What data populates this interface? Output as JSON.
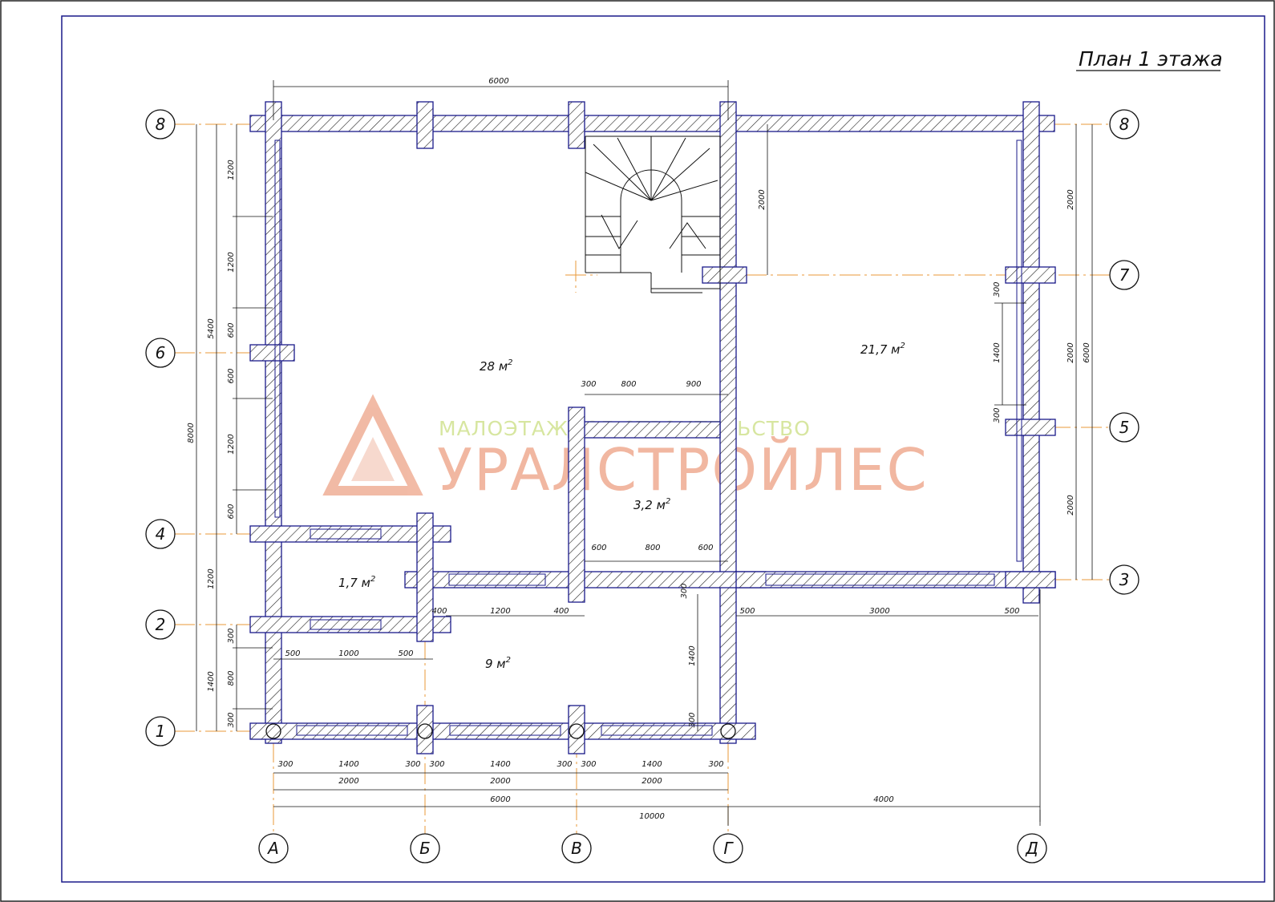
{
  "title": "План 1 этажа",
  "watermark": {
    "subtitle": "МАЛОЭТАЖНОЕ СТРОИТЕЛЬСТВО",
    "brand": "УРАЛСТРОЙЛЕС",
    "logo_color": "#f1b7a1",
    "subtitle_color": "#d7e6a0"
  },
  "axes": {
    "rows": [
      "8",
      "7",
      "6",
      "5",
      "4",
      "3",
      "2",
      "1"
    ],
    "columns": [
      "А",
      "Б",
      "В",
      "Г",
      "Д"
    ]
  },
  "rooms": {
    "main_hall": {
      "value": "28 м",
      "sup": "2"
    },
    "right_room": {
      "value": "21,7 м",
      "sup": "2"
    },
    "bath": {
      "value": "3,2 м",
      "sup": "2"
    },
    "small_room": {
      "value": "1,7 м",
      "sup": "2"
    },
    "porch": {
      "value": "9 м",
      "sup": "2"
    }
  },
  "dimensions": {
    "top_overall": "6000",
    "left_outer": "8000",
    "left_5400": "5400",
    "left_1400": "1400",
    "left_chain": [
      "1200",
      "1200",
      "600",
      "600",
      "1200",
      "600"
    ],
    "left_lower": [
      "1200",
      "300",
      "800",
      "300"
    ],
    "stair_2000": "2000",
    "right_chain": [
      "2000",
      "2000",
      "2000"
    ],
    "right_total": "6000",
    "right_inner": [
      "300",
      "1400",
      "300"
    ],
    "bath_top": [
      "300",
      "800",
      "900"
    ],
    "bath_bottom": [
      "600",
      "800",
      "600"
    ],
    "bath_left_300": "300",
    "mid_row": [
      "400",
      "1200",
      "400"
    ],
    "right_row": [
      "500",
      "3000",
      "500"
    ],
    "small_room_row": [
      "500",
      "1000",
      "500"
    ],
    "porch_right": [
      "300",
      "1400",
      "300"
    ],
    "bottom_row1": [
      "300",
      "1400",
      "300",
      "300",
      "1400",
      "300",
      "300",
      "1400",
      "300"
    ],
    "bottom_row2": [
      "2000",
      "2000",
      "2000"
    ],
    "bottom_row3": [
      "6000",
      "4000"
    ],
    "bottom_total": "10000"
  }
}
